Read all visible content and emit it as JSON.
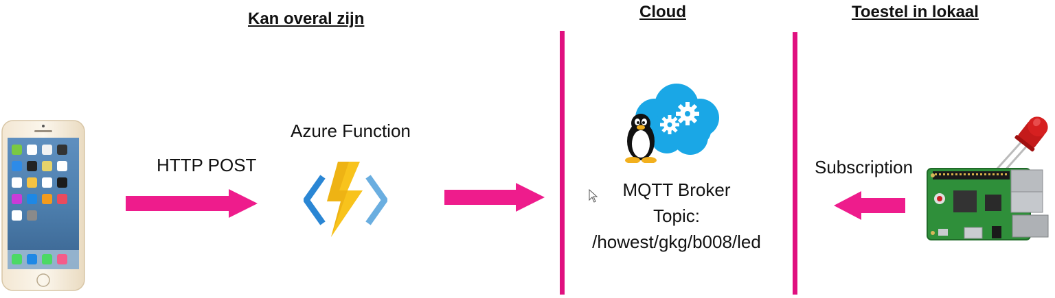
{
  "headings": {
    "anywhere": "Kan overal zijn",
    "cloud": "Cloud",
    "local": "Toestel in lokaal"
  },
  "labels": {
    "http_post": "HTTP POST",
    "azure_function": "Azure Function",
    "broker_line1": "MQTT Broker",
    "broker_line2": "Topic:",
    "broker_line3": "/howest/gkg/b008/led",
    "subscription": "Subscription"
  },
  "colors": {
    "arrow": "#ee1c8c",
    "divider": "#e0107f",
    "cloud": "#1aa7e6",
    "bolt": "#f8c31c",
    "azure_bracket": "#2a86d4"
  },
  "icons": [
    "smartphone-icon",
    "azure-function-icon",
    "linux-cloud-icon",
    "raspberry-pi-led-icon",
    "cursor-icon"
  ]
}
